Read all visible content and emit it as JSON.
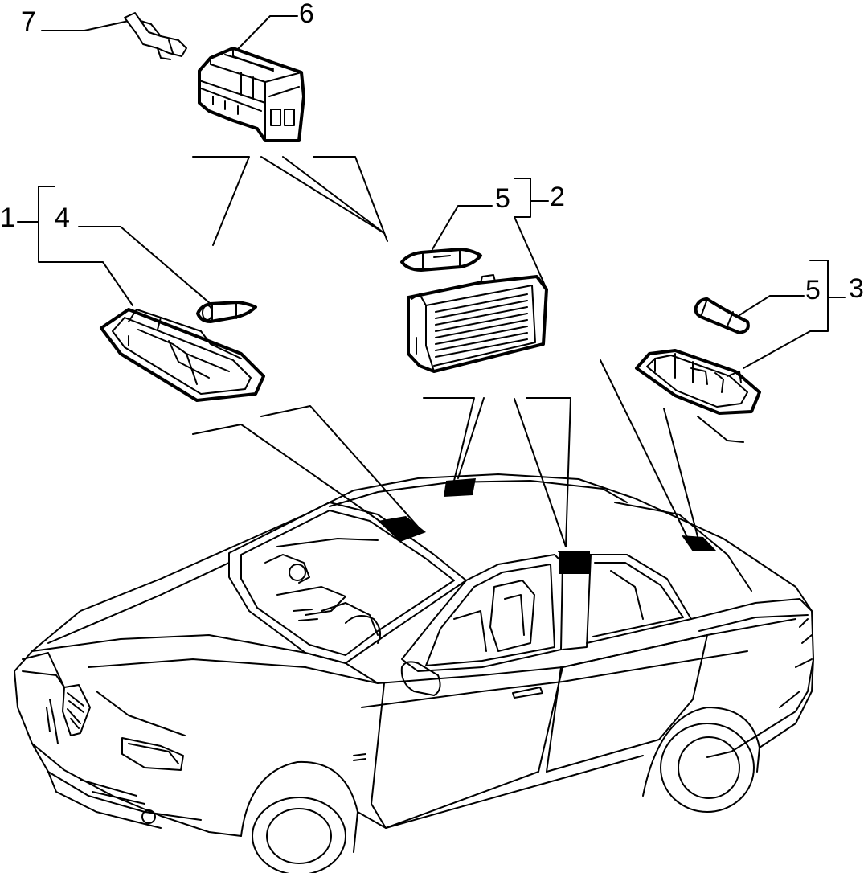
{
  "callouts": [
    {
      "id": "c1",
      "label": "1"
    },
    {
      "id": "c2",
      "label": "2"
    },
    {
      "id": "c3",
      "label": "3"
    },
    {
      "id": "c4",
      "label": "4"
    },
    {
      "id": "c5a",
      "label": "5"
    },
    {
      "id": "c5b",
      "label": "5"
    },
    {
      "id": "c6",
      "label": "6"
    },
    {
      "id": "c7",
      "label": "7"
    }
  ],
  "colors": {
    "ink": "#000000",
    "paper": "#ffffff"
  }
}
